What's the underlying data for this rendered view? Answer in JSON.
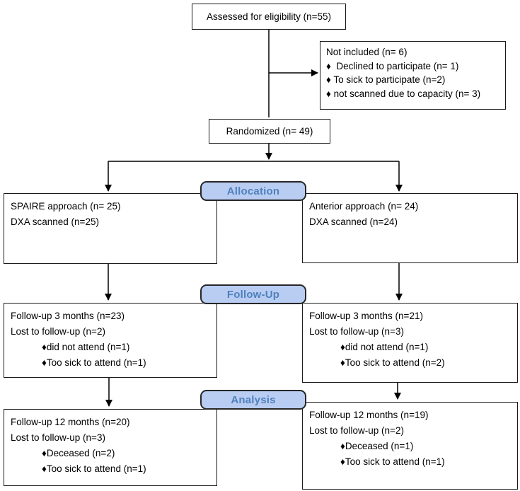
{
  "colors": {
    "badge_fill": "#b9cdf2",
    "badge_border": "#262626",
    "badge_text": "#4f81bd",
    "box_border": "#1a1a1a",
    "line": "#000000"
  },
  "badges": {
    "allocation": "Allocation",
    "follow_up": "Follow-Up",
    "analysis": "Analysis"
  },
  "nodes": {
    "assessed": {
      "label": "Assessed for eligibility (n=55)"
    },
    "not_included": {
      "lines": [
        "Not included (n= 6)",
        "♦  Declined to participate (n= 1)",
        "♦ To sick to participate (n=2)",
        "♦ not scanned due to capacity (n= 3)"
      ]
    },
    "randomized": {
      "label": "Randomized (n= 49)"
    },
    "allocation_left": {
      "lines": [
        "SPAIRE approach (n= 25)",
        "DXA scanned (n=25)"
      ]
    },
    "allocation_right": {
      "lines": [
        "Anterior approach (n= 24)",
        "DXA scanned (n=24)"
      ]
    },
    "followup_left": {
      "lines": [
        "Follow-up 3 months (n=23)",
        "Lost to follow-up (n=2)",
        "♦did not attend (n=1)",
        "♦Too sick to attend (n=1)"
      ]
    },
    "followup_right": {
      "lines": [
        "Follow-up 3 months (n=21)",
        "Lost to follow-up (n=3)",
        "♦did not attend (n=1)",
        "♦Too sick to attend (n=2)"
      ]
    },
    "analysis_left": {
      "lines": [
        "Follow-up 12 months (n=20)",
        "Lost to follow-up (n=3)",
        "♦Deceased (n=2)",
        "♦Too sick to attend (n=1)"
      ]
    },
    "analysis_right": {
      "lines": [
        "Follow-up 12 months (n=19)",
        "Lost to follow-up (n=2)",
        "♦Deceased (n=1)",
        "♦Too sick to attend (n=1)"
      ]
    }
  }
}
